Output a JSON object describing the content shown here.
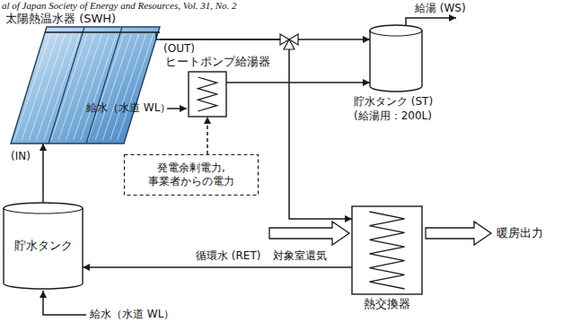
{
  "diagram": {
    "nodes": [
      {
        "text": [
          "太陽熱温水器 (SWH)"
        ]
      },
      {
        "text": [
          "ヒートポンプ給湯器"
        ]
      },
      {
        "text": [
          "貯水タンク (ST)",
          "(給湯用：200L)"
        ]
      },
      {
        "text": [
          "発電余剰電力,",
          "事業者からの電力"
        ]
      },
      {
        "text": [
          "貯水タンク"
        ]
      },
      {
        "text": [
          "熱交換器"
        ]
      }
    ],
    "edges": [
      {
        "from": 0,
        "to": 2,
        "arrow": "to",
        "label": "(OUT)"
      },
      {
        "from": 0,
        "to": 5,
        "arrow": "to"
      },
      {
        "from": 1,
        "to": 2,
        "arrow": "to"
      },
      {
        "from": 3,
        "to": 1,
        "arrow": "to"
      },
      {
        "from": 4,
        "to": 0,
        "arrow": "to",
        "label": "(IN)"
      },
      {
        "from": 5,
        "to": 4,
        "arrow": "to",
        "label": "循環水 (RET)"
      }
    ],
    "labels": [
      "al of Japan Society of Energy and Resources, Vol. 31, No. 2",
      "給湯 (WS)",
      "給水（水道 WL）",
      "対象室還気",
      "暖房出力",
      "給水（水道 WL）"
    ]
  }
}
